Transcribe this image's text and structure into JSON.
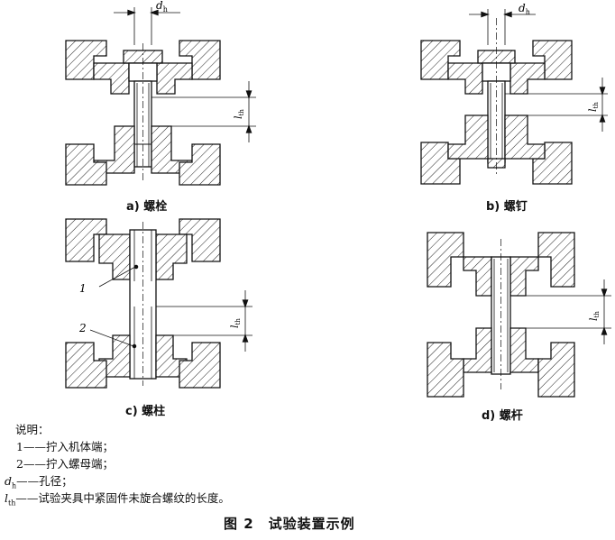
{
  "dims": {
    "dh_symbol": "d",
    "dh_subscript": "h",
    "lth_symbol": "l",
    "lth_subscript": "th"
  },
  "callouts": {
    "one": "1",
    "two": "2"
  },
  "captions": {
    "a": "a) 螺栓",
    "b": "b) 螺钉",
    "c": "c) 螺柱",
    "d": "d) 螺杆"
  },
  "legend": {
    "heading": "说明：",
    "line1": "1——拧入机体端；",
    "line2": "2——拧入螺母端；",
    "dh_symbol": "d",
    "dh_sub": "h",
    "dh_text": "——孔径；",
    "lth_symbol": "l",
    "lth_sub": "th",
    "lth_text": "——试验夹具中紧固件未旋合螺纹的长度。"
  },
  "figure_title": "图 2　试验装置示例",
  "colors": {
    "ink": "#111111",
    "paper": "#ffffff"
  }
}
